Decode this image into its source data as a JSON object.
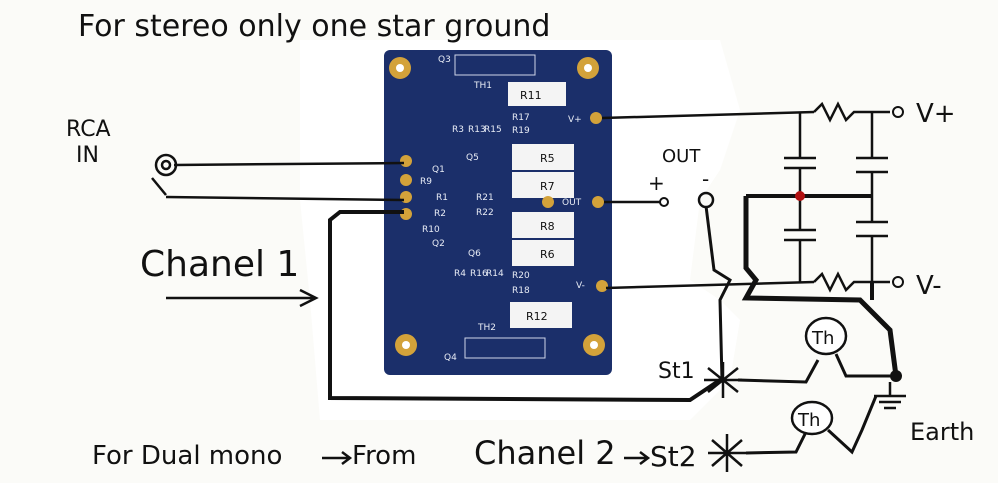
{
  "annotations": {
    "top_note": "For stereo only one star ground",
    "rca_in": [
      "RCA",
      "IN"
    ],
    "channel1": "Chanel 1",
    "out": "OUT",
    "plus": "+",
    "minus": "-",
    "vplus": "V+",
    "vminus": "V-",
    "st1": "St1",
    "th1": "Th",
    "th2": "Th",
    "earth": "Earth",
    "bottom_note": "For Dual mono",
    "bottom_from": "From",
    "bottom_channel2": "Chanel 2",
    "st2": "St2"
  },
  "pcb": {
    "color": "#1b2f6a",
    "labels": {
      "q1": "Q1",
      "q2": "Q2",
      "q3": "Q3",
      "q4": "Q4",
      "q5": "Q5",
      "q6": "Q6",
      "r1": "R1",
      "r2": "R2",
      "r3": "R3",
      "r4": "R4",
      "r5": "R5",
      "r6": "R6",
      "r7": "R7",
      "r8": "R8",
      "r9": "R9",
      "r10": "R10",
      "r11": "R11",
      "r12": "R12",
      "r13": "R13",
      "r14": "R14",
      "r15": "R15",
      "r16": "R16",
      "r17": "R17",
      "r18": "R18",
      "r19": "R19",
      "r20": "R20",
      "r21": "R21",
      "r22": "R22",
      "th1": "TH1",
      "th2": "TH2",
      "vplus": "V+",
      "vminus": "V-",
      "out": "OUT"
    }
  }
}
